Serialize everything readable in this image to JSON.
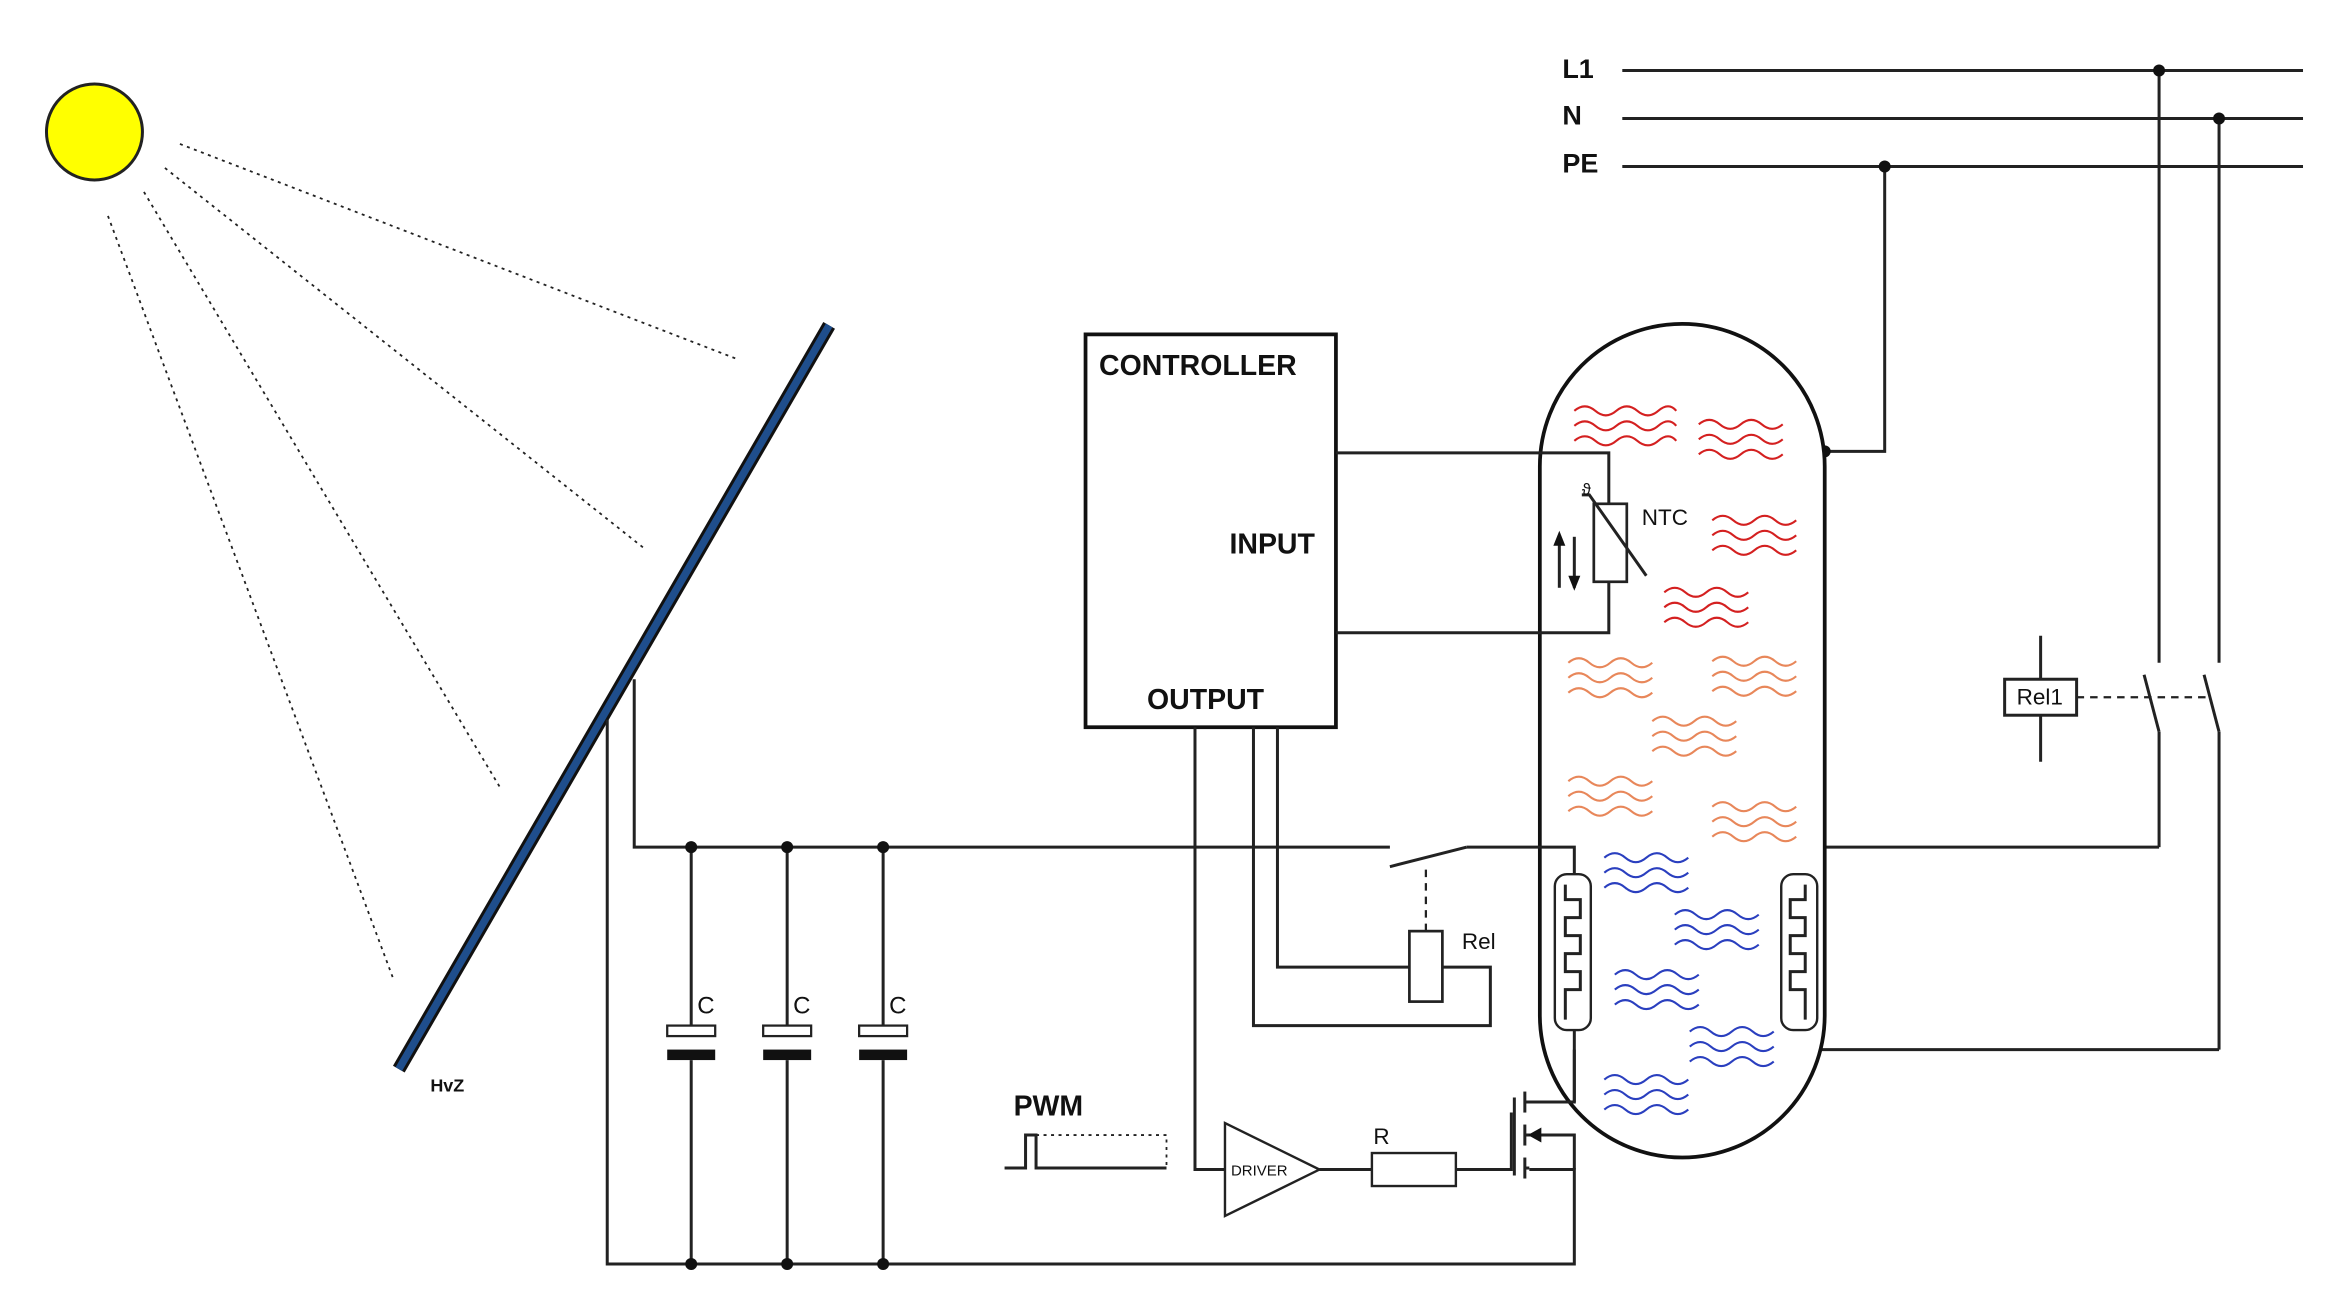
{
  "mains": {
    "l1": "L1",
    "n": "N",
    "pe": "PE"
  },
  "controller": {
    "title": "CONTROLLER",
    "input": "INPUT",
    "output": "OUTPUT"
  },
  "sensor": {
    "label": "NTC"
  },
  "relay": {
    "label": "Rel"
  },
  "relay1": {
    "label": "Rel1"
  },
  "panel": {
    "label": "HvZ"
  },
  "capacitor": {
    "label": "C"
  },
  "pwm": {
    "label": "PWM"
  },
  "driver": {
    "label": "DRIVER"
  },
  "resistor": {
    "label": "R"
  },
  "colors": {
    "sun_fill": "#ffff00",
    "panel": "#1f4e8c",
    "water_hot": "#d42020",
    "water_warm": "#e8875a",
    "water_cold": "#2a3fbf"
  }
}
